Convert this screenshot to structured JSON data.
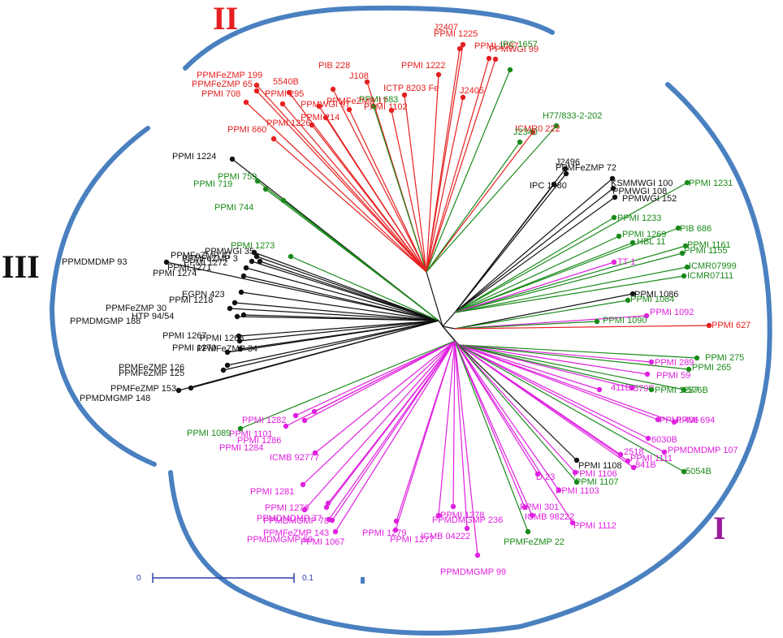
{
  "diagram": {
    "type": "unrooted-dendrogram",
    "colors": {
      "cluster_I": "#e020e0",
      "cluster_II": "#e62020",
      "cluster_III": "#111111",
      "green": "#1a8a1a",
      "arc": "#4a80c0"
    },
    "cluster_labels": {
      "I": "I",
      "II": "II",
      "III": "III"
    },
    "scale_bar": {
      "start": "0",
      "end": "0.1"
    },
    "leaves": [
      {
        "t": "J2407",
        "c": "r"
      },
      {
        "t": "PPMI 1225",
        "c": "r"
      },
      {
        "t": "PPMI 1087",
        "c": "r"
      },
      {
        "t": "PPMWGI 99",
        "c": "r"
      },
      {
        "t": "IPC 1657",
        "c": "g"
      },
      {
        "t": "PPMI 1222",
        "c": "r"
      },
      {
        "t": "PIB 228",
        "c": "r"
      },
      {
        "t": "J108",
        "c": "r"
      },
      {
        "t": "PPMFeZMP  199",
        "c": "r"
      },
      {
        "t": "PPMFeZMP  65",
        "c": "r"
      },
      {
        "t": "5540B",
        "c": "r"
      },
      {
        "t": "PPMI 708",
        "c": "r"
      },
      {
        "t": "PPMI 295",
        "c": "r"
      },
      {
        "t": "ICTP 8203 Fe",
        "c": "r"
      },
      {
        "t": "J2405",
        "c": "r"
      },
      {
        "t": "PPMI 683",
        "c": "g"
      },
      {
        "t": "PPMWGI 97",
        "c": "r"
      },
      {
        "t": "PPMFeZMP 17",
        "c": "r"
      },
      {
        "t": "PPMI 1102",
        "c": "r"
      },
      {
        "t": "PPMI 214",
        "c": "r"
      },
      {
        "t": "PPMI 1226",
        "c": "r"
      },
      {
        "t": "PPMI 660",
        "c": "r"
      },
      {
        "t": "H77/833-2-202",
        "c": "g"
      },
      {
        "t": "ICMR0 222",
        "c": "r"
      },
      {
        "t": "J2340",
        "c": "g"
      },
      {
        "t": "PPMI 1224",
        "c": "k"
      },
      {
        "t": "PPMI 759",
        "c": "g"
      },
      {
        "t": "PPMI 719",
        "c": "g"
      },
      {
        "t": "PPMI 744",
        "c": "g"
      },
      {
        "t": "J2496",
        "c": "k"
      },
      {
        "t": "PPMFeZMP  72",
        "c": "k"
      },
      {
        "t": "IPC 1480",
        "c": "k"
      },
      {
        "t": "KSMMWGI 100",
        "c": "k"
      },
      {
        "t": "PPMWGI 108",
        "c": "k"
      },
      {
        "t": "PPMWGI 152",
        "c": "k"
      },
      {
        "t": "PPMI 1231",
        "c": "g"
      },
      {
        "t": "PPMI 1233",
        "c": "g"
      },
      {
        "t": "PIB 686",
        "c": "g"
      },
      {
        "t": "PPMI 1269",
        "c": "g"
      },
      {
        "t": "HBL 11",
        "c": "g"
      },
      {
        "t": "PPMI 1161",
        "c": "g"
      },
      {
        "t": "PPMI 1155",
        "c": "g"
      },
      {
        "t": "TT 1",
        "c": "m"
      },
      {
        "t": "ICMR07999",
        "c": "g"
      },
      {
        "t": "ICMR07111",
        "c": "g"
      },
      {
        "t": "PPMI 1086",
        "c": "k"
      },
      {
        "t": "PPMI 1084",
        "c": "g"
      },
      {
        "t": "PPMI 1092",
        "c": "m"
      },
      {
        "t": "PPMI 1090",
        "c": "g"
      },
      {
        "t": "PPMI 627",
        "c": "r"
      },
      {
        "t": "PPMI 275",
        "c": "g"
      },
      {
        "t": "PPMI 289",
        "c": "m"
      },
      {
        "t": "PPMI 265",
        "c": "g"
      },
      {
        "t": "PPMI 59",
        "c": "m"
      },
      {
        "t": "411B",
        "c": "m"
      },
      {
        "t": "579B",
        "c": "m"
      },
      {
        "t": "PPMI 1287",
        "c": "g"
      },
      {
        "t": "576B",
        "c": "g"
      },
      {
        "t": "PPMI 694",
        "c": "m"
      },
      {
        "t": "PPMI 496",
        "c": "m"
      },
      {
        "t": "6030B",
        "c": "m"
      },
      {
        "t": "PPMDMDMP 107",
        "c": "m"
      },
      {
        "t": "2518",
        "c": "m"
      },
      {
        "t": "PPMI 1111",
        "c": "m"
      },
      {
        "t": "841B",
        "c": "m"
      },
      {
        "t": "5054B",
        "c": "g"
      },
      {
        "t": "PPMI 1108",
        "c": "k"
      },
      {
        "t": "PPMI 1106",
        "c": "m"
      },
      {
        "t": "PPMI 1107",
        "c": "g"
      },
      {
        "t": "D 23",
        "c": "m"
      },
      {
        "t": "PPMI 1103",
        "c": "m"
      },
      {
        "t": "PPMI 301",
        "c": "m"
      },
      {
        "t": "ICMB 98222",
        "c": "m"
      },
      {
        "t": "PPMI 1112",
        "c": "m"
      },
      {
        "t": "PPMFeZMP  22",
        "c": "g"
      },
      {
        "t": "PPMDMGMP 99",
        "c": "m"
      },
      {
        "t": "PPMI 1278",
        "c": "m"
      },
      {
        "t": "PPMDMGMP 236",
        "c": "m"
      },
      {
        "t": "ICMB 04222",
        "c": "m"
      },
      {
        "t": "PPMI 1277",
        "c": "m"
      },
      {
        "t": "PPMI 1279",
        "c": "m"
      },
      {
        "t": "PPMI 1067",
        "c": "m"
      },
      {
        "t": "PPMDMGMP 60",
        "c": "m"
      },
      {
        "t": "PPMFeZMP 143",
        "c": "m"
      },
      {
        "t": "PPMDMDMP 77",
        "c": "m"
      },
      {
        "t": "PPMDMGMP 78",
        "c": "m"
      },
      {
        "t": "PPMI 1276",
        "c": "m"
      },
      {
        "t": "PPMI 1281",
        "c": "m"
      },
      {
        "t": "ICMB 92777",
        "c": "m"
      },
      {
        "t": "PPMI 1284",
        "c": "m"
      },
      {
        "t": "PPMI 1286",
        "c": "m"
      },
      {
        "t": "PPMI 1101",
        "c": "m"
      },
      {
        "t": "PPMI 1282",
        "c": "m"
      },
      {
        "t": "PPMI 1089",
        "c": "g"
      },
      {
        "t": "PPMFeZMP  153",
        "c": "k"
      },
      {
        "t": "PPMDMGMP 148",
        "c": "k"
      },
      {
        "t": "PPMFeZMP  125",
        "c": "k"
      },
      {
        "t": "PPMFeZMP 126",
        "c": "k"
      },
      {
        "t": "PPMI 1270",
        "c": "k"
      },
      {
        "t": "PPMFeZMP 34",
        "c": "k"
      },
      {
        "t": "PPMI 1268",
        "c": "k"
      },
      {
        "t": "PPMI 1267",
        "c": "k"
      },
      {
        "t": "PPMDMGMP 188",
        "c": "k"
      },
      {
        "t": "HTP 94/54",
        "c": "k"
      },
      {
        "t": "PPMFeZMP  30",
        "c": "k"
      },
      {
        "t": "PPMI 1218",
        "c": "k"
      },
      {
        "t": "EGPN 423",
        "c": "k"
      },
      {
        "t": "PPMI 1274",
        "c": "k"
      },
      {
        "t": "PPMI 1271",
        "c": "k"
      },
      {
        "t": "PPMI 1272",
        "c": "k"
      },
      {
        "t": "PPMDMDMP 93",
        "c": "k"
      },
      {
        "t": "PPMWGI 35",
        "c": "k"
      },
      {
        "t": "PPMFeZMP 47",
        "c": "k"
      },
      {
        "t": "PPMFeZMP 3",
        "c": "k"
      },
      {
        "t": "PPMI 1273",
        "c": "g"
      }
    ]
  }
}
